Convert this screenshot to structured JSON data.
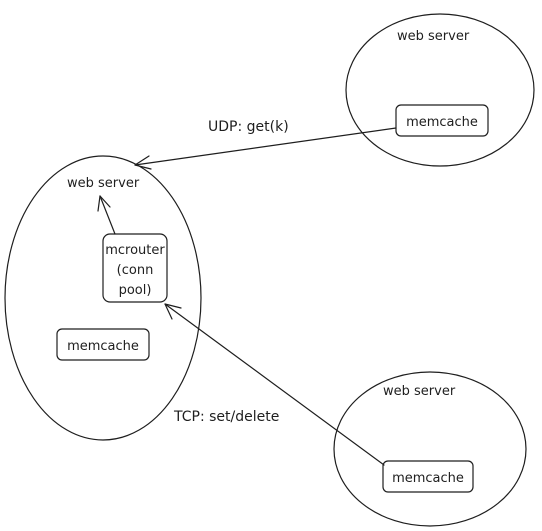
{
  "diagram": {
    "servers": {
      "left": {
        "title": "web server"
      },
      "top_right": {
        "title": "web server"
      },
      "bottom_right": {
        "title": "web server"
      }
    },
    "components": {
      "mcrouter": {
        "lines": [
          "mcrouter",
          "(conn",
          "pool)"
        ]
      },
      "memcache_left": {
        "label": "memcache"
      },
      "memcache_top_right": {
        "label": "memcache"
      },
      "memcache_bottom_right": {
        "label": "memcache"
      }
    },
    "edges": {
      "udp": {
        "label": "UDP: get(k)"
      },
      "tcp": {
        "label": "TCP: set/delete"
      }
    },
    "colors": {
      "stroke": "#1e1e1e",
      "background": "#ffffff"
    }
  }
}
